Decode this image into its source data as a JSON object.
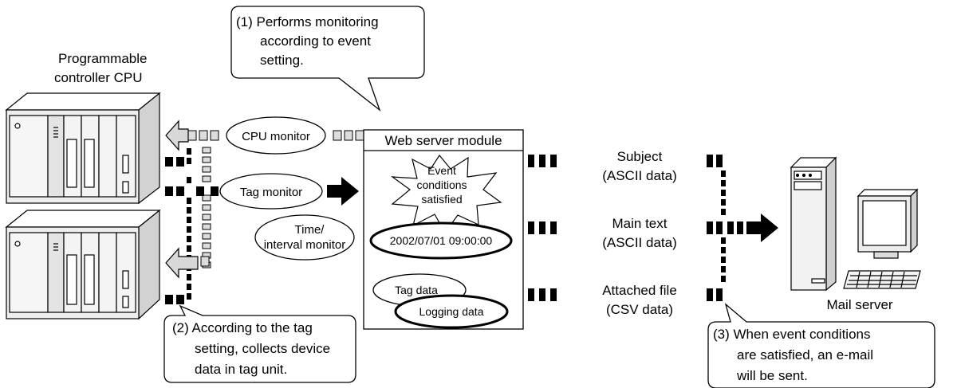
{
  "callouts": {
    "one": [
      "(1) Performs monitoring",
      "according to event",
      "setting."
    ],
    "two": [
      "(2) According to the tag",
      "setting, collects device",
      "data in tag unit."
    ],
    "three": [
      "(3) When event conditions",
      "are satisfied, an e-mail",
      "will be sent."
    ]
  },
  "plc": {
    "label_line1": "Programmable",
    "label_line2": "controller CPU"
  },
  "monitors": {
    "cpu": "CPU monitor",
    "tag": "Tag monitor",
    "time_line1": "Time/",
    "time_line2": "interval monitor"
  },
  "web_server": {
    "title": "Web server module",
    "event_line1": "Event",
    "event_line2": "conditions",
    "event_line3": "satisfied",
    "datetime": "2002/07/01 09:00:00",
    "tag_data": "Tag data",
    "logging_data": "Logging data"
  },
  "mail_parts": {
    "subject_line1": "Subject",
    "subject_line2": "(ASCII data)",
    "main_line1": "Main text",
    "main_line2": "(ASCII data)",
    "attached_line1": "Attached file",
    "attached_line2": "(CSV data)"
  },
  "mail_server": {
    "label": "Mail server"
  }
}
